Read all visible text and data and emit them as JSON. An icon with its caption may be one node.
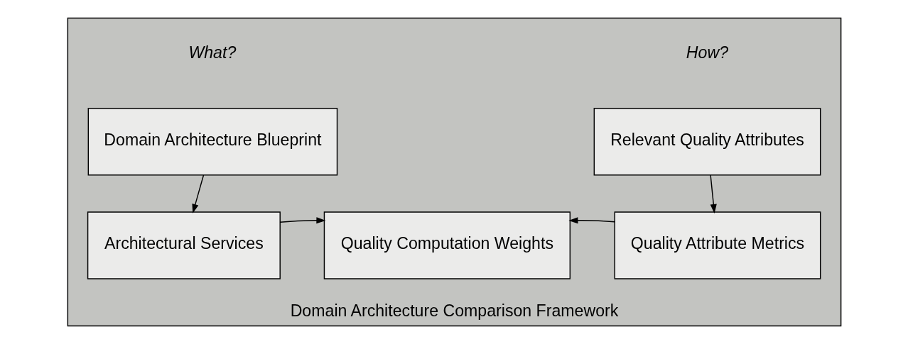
{
  "diagram": {
    "nodes": [
      {
        "text": [
          "Domain Architecture Comparison Framework"
        ]
      },
      {
        "text": [
          "Domain Architecture Blueprint"
        ],
        "in": 0
      },
      {
        "text": [
          "Relevant Quality Attributes"
        ],
        "in": 0
      },
      {
        "text": [
          "Architectural Services"
        ],
        "in": 0
      },
      {
        "text": [
          "Quality Computation Weights"
        ],
        "in": 0
      },
      {
        "text": [
          "Quality Attribute Metrics"
        ],
        "in": 0
      }
    ],
    "edges": [
      {
        "from": 1,
        "to": 3,
        "arrow": "to"
      },
      {
        "from": 2,
        "to": 5,
        "arrow": "to"
      },
      {
        "from": 3,
        "to": 4,
        "arrow": "to"
      },
      {
        "from": 5,
        "to": 4,
        "arrow": "to"
      }
    ],
    "labels": [
      "What?",
      "How?"
    ]
  }
}
